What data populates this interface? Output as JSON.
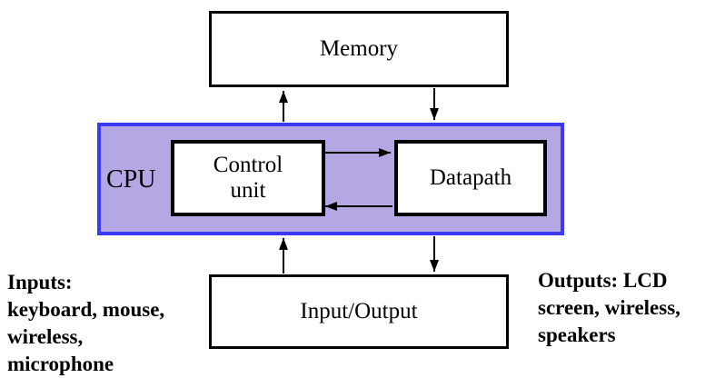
{
  "diagram": {
    "nodes": {
      "memory": {
        "label": "Memory"
      },
      "cpu": {
        "label": "CPU"
      },
      "control_unit": {
        "label": "Control\nunit"
      },
      "datapath": {
        "label": "Datapath"
      },
      "input_output": {
        "label": "Input/Output"
      }
    },
    "edges": [
      {
        "from": "cpu",
        "to": "memory",
        "direction": "up"
      },
      {
        "from": "memory",
        "to": "cpu",
        "direction": "down"
      },
      {
        "from": "control_unit",
        "to": "datapath",
        "direction": "right"
      },
      {
        "from": "datapath",
        "to": "control_unit",
        "direction": "left"
      },
      {
        "from": "input_output",
        "to": "cpu",
        "direction": "up"
      },
      {
        "from": "cpu",
        "to": "input_output",
        "direction": "down"
      }
    ],
    "annotations": {
      "inputs": {
        "lines": [
          "Inputs:",
          "keyboard, mouse,",
          "wireless,",
          "microphone"
        ]
      },
      "outputs": {
        "lines": [
          "Outputs: LCD",
          "screen, wireless,",
          "speakers"
        ]
      }
    },
    "colors": {
      "cpu_fill": "#b5a7e4",
      "cpu_border": "#3a3af0",
      "box_fill": "#ffffff",
      "box_border": "#000000",
      "arrow": "#000000",
      "text": "#000000",
      "background": "#ffffff"
    }
  }
}
